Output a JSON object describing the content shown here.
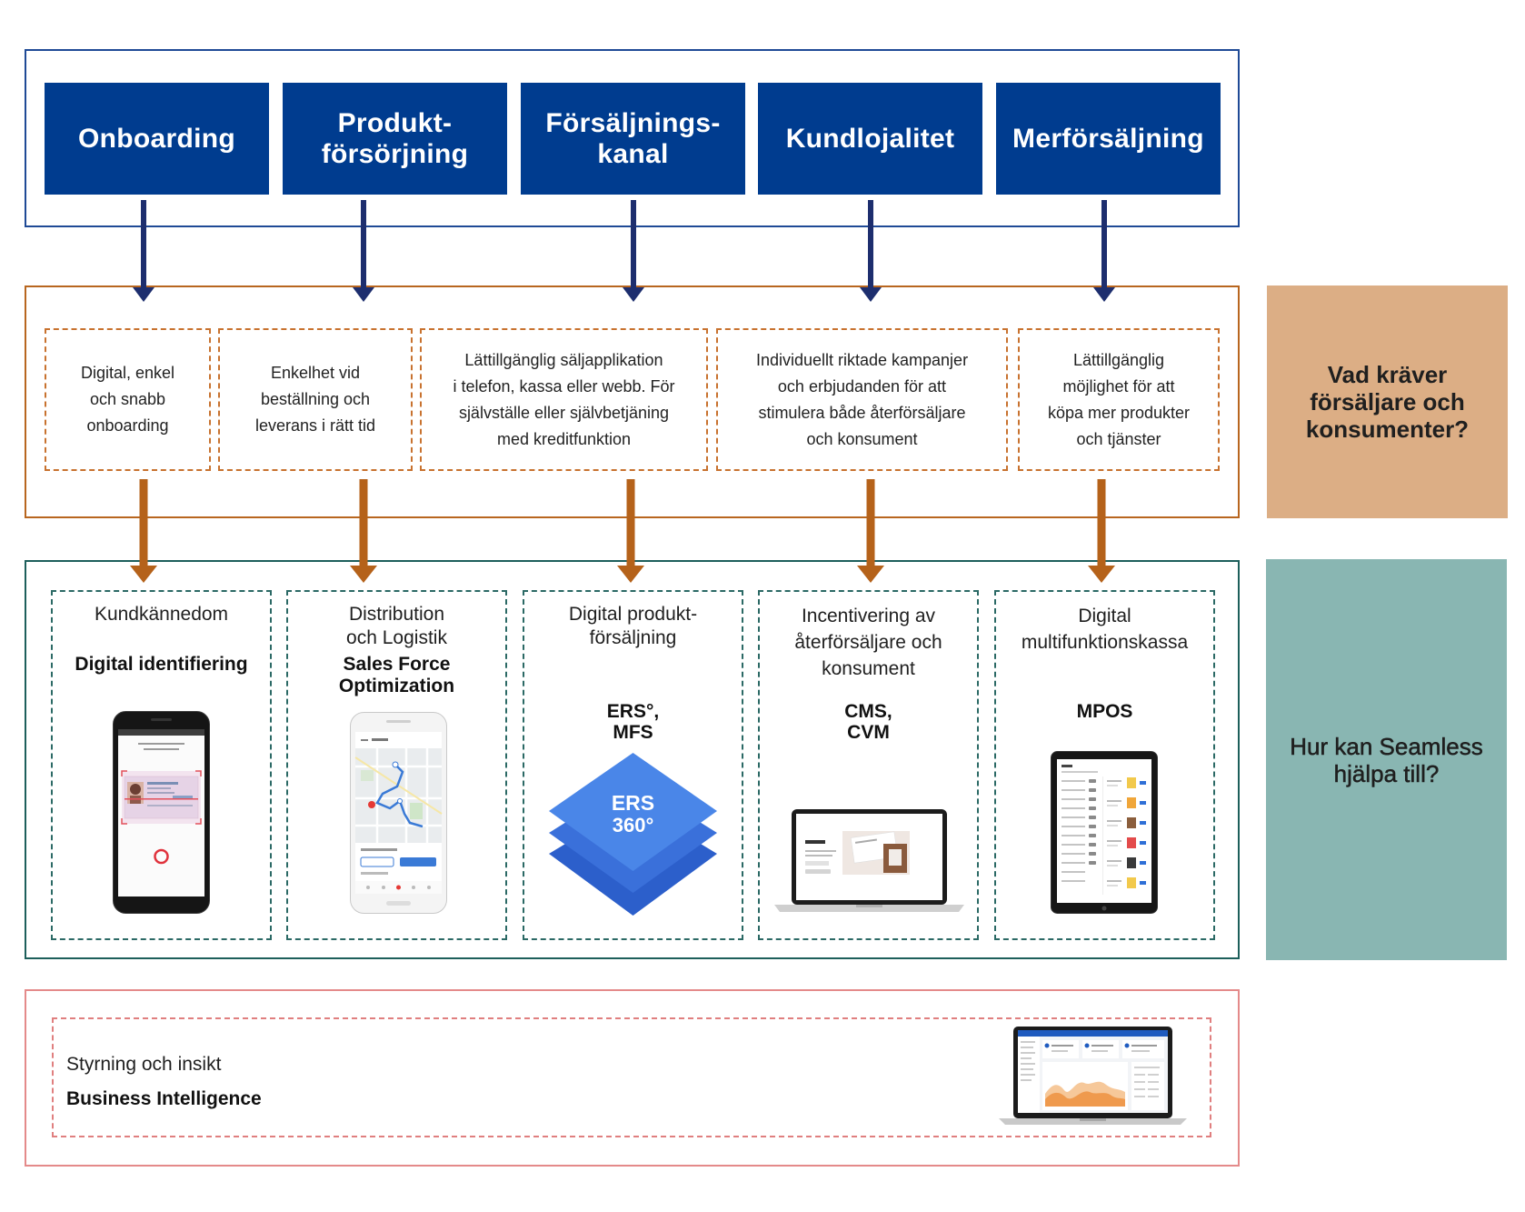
{
  "channels": [
    {
      "label": "Onboarding"
    },
    {
      "label": "Produkt-\nförsörjning"
    },
    {
      "label": "Försäljnings-\nkanal"
    },
    {
      "label": "Kundlojalitet"
    },
    {
      "label": "Merförsäljning"
    }
  ],
  "needs": [
    {
      "text": "Digital, enkel\noch snabb\nonboarding"
    },
    {
      "text": "Enkelhet vid\nbeställning och\nleverans i rätt tid"
    },
    {
      "text": "Lättillgänglig säljapplikation\ni telefon, kassa eller webb. För\nsjälvställe eller självbetjäning\nmed kreditfunktion"
    },
    {
      "text": "Individuellt riktade kampanjer\noch erbjudanden för att\nstimulera både återförsäljare\noch konsument"
    },
    {
      "text": "Lättillgänglig\nmöjlighet för att\nköpa mer produkter\noch tjänster"
    }
  ],
  "solutions": [
    {
      "category": "Kundkännedom",
      "product": "Digital identifiering",
      "device": "smartphone-id-scan-icon"
    },
    {
      "category": "Distribution\noch Logistik",
      "product": "Sales Force\nOptimization",
      "device": "smartphone-route-map-icon"
    },
    {
      "category": "Digital produkt-\nförsäljning",
      "product": "ERS°,\nMFS",
      "device": "ers-360-logo"
    },
    {
      "category": "Incentivering av\nåterförsäljare och\nkonsument",
      "product": "CMS,\nCVM",
      "device": "laptop-campaign-icon"
    },
    {
      "category": "Digital\nmultifunktionskassa",
      "product": "MPOS",
      "device": "tablet-pos-icon"
    }
  ],
  "ers_logo": {
    "line1": "ERS",
    "line2": "360°"
  },
  "side_labels": {
    "needs_question": "Vad kräver\nförsäljare och\nkonsumenter?",
    "help_question": "Hur kan Seamless\nhjälpa till?"
  },
  "bi": {
    "category": "Styrning och insikt",
    "product": "Business Intelligence",
    "device": "laptop-dashboard-icon"
  },
  "colors": {
    "channel_bg": "#003c8f",
    "channel_frame": "#1f4a96",
    "needs_frame": "#b8661f",
    "needs_dash": "#c8722f",
    "solutions_frame": "#1d5f5b",
    "solutions_dash": "#2b6965",
    "bi_frame": "#e48a8a",
    "bi_dash": "#e07f7f",
    "needs_question_bg": "#dcae85",
    "help_question_bg": "#89b6b2",
    "arrow_blue": "#1d2e6e",
    "arrow_orange": "#b5621a"
  }
}
